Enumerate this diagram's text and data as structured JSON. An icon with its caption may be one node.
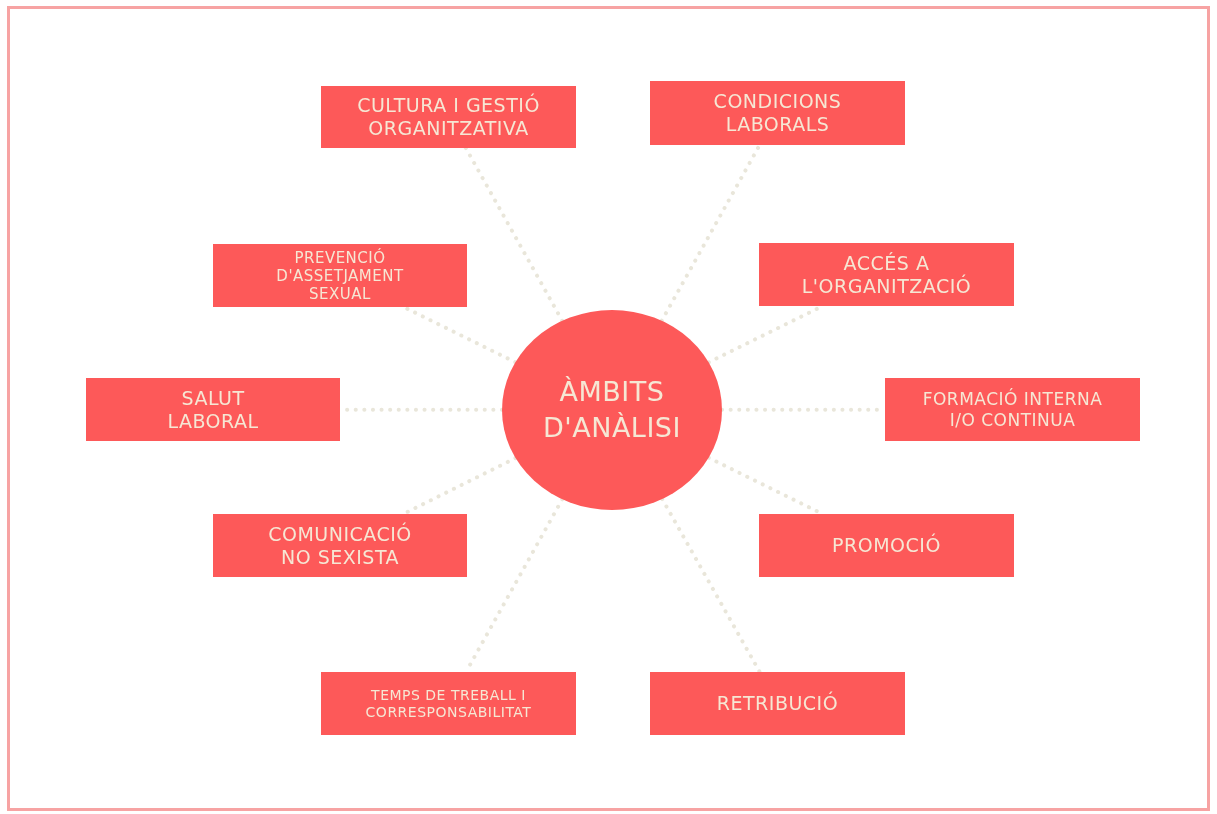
{
  "diagram": {
    "nodes": [
      {
        "text": [
          "ÀMBITS D'ANÀLISI"
        ]
      },
      {
        "text": [
          "CULTURA I GESTIÓ ORGANITZATIVA"
        ]
      },
      {
        "text": [
          "CONDICIONS LABORALS"
        ]
      },
      {
        "text": [
          "PREVENCIÓ D'ASSETJAMENT SEXUAL"
        ]
      },
      {
        "text": [
          "ACCÉS A L'ORGANITZACIÓ"
        ]
      },
      {
        "text": [
          "SALUT LABORAL"
        ]
      },
      {
        "text": [
          "FORMACIÓ INTERNA I/O CONTINUA"
        ]
      },
      {
        "text": [
          "COMUNICACIÓ NO SEXISTA"
        ]
      },
      {
        "text": [
          "PROMOCIÓ"
        ]
      },
      {
        "text": [
          "TEMPS DE TREBALL I CORRESPONSABILITAT"
        ]
      },
      {
        "text": [
          "RETRIBUCIÓ"
        ]
      }
    ],
    "edges": [
      {
        "from": 0,
        "to": 1,
        "arrow": "none"
      },
      {
        "from": 0,
        "to": 2,
        "arrow": "none"
      },
      {
        "from": 0,
        "to": 3,
        "arrow": "none"
      },
      {
        "from": 0,
        "to": 4,
        "arrow": "none"
      },
      {
        "from": 0,
        "to": 5,
        "arrow": "none"
      },
      {
        "from": 0,
        "to": 6,
        "arrow": "none"
      },
      {
        "from": 0,
        "to": 7,
        "arrow": "none"
      },
      {
        "from": 0,
        "to": 8,
        "arrow": "none"
      },
      {
        "from": 0,
        "to": 9,
        "arrow": "none"
      },
      {
        "from": 0,
        "to": 10,
        "arrow": "none"
      }
    ]
  }
}
